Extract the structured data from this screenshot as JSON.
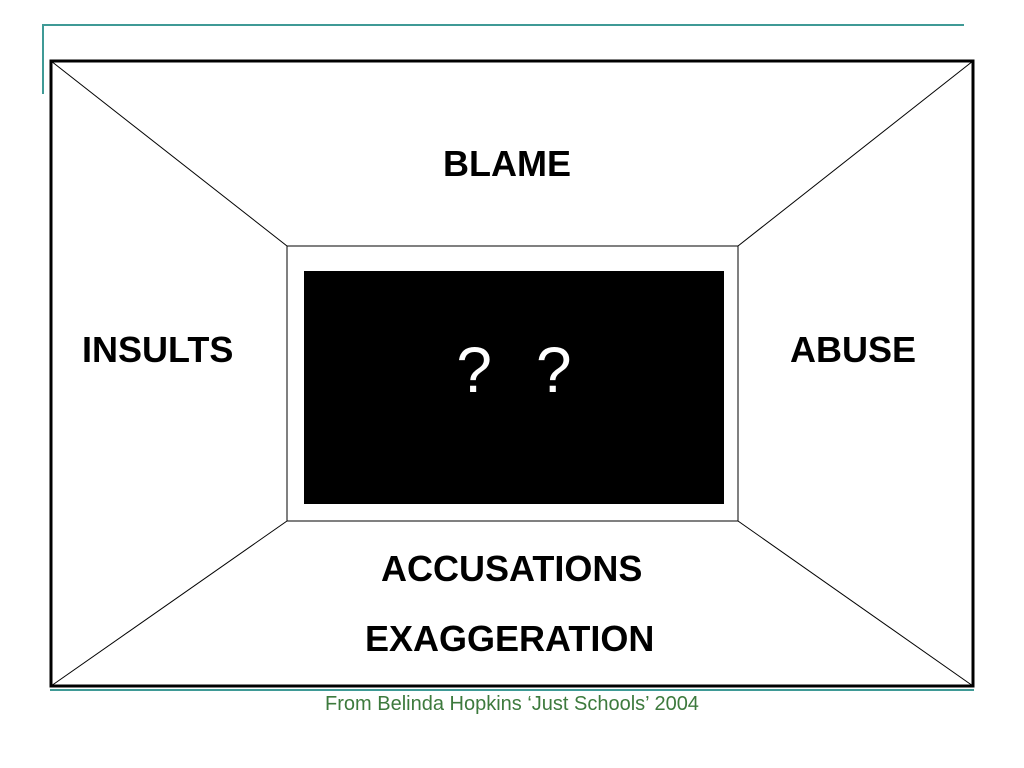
{
  "labels": {
    "top": "BLAME",
    "left": "INSULTS",
    "right": "ABUSE",
    "bottom_1": "ACCUSATIONS",
    "bottom_2": "EXAGGERATION"
  },
  "center": {
    "mark_1": "?",
    "mark_2": "?"
  },
  "caption": "From Belinda Hopkins ‘Just Schools’ 2004",
  "colors": {
    "accent": "#3f9a96",
    "caption": "#3d7a3d",
    "ink": "#000000",
    "center_fill": "#000000"
  }
}
